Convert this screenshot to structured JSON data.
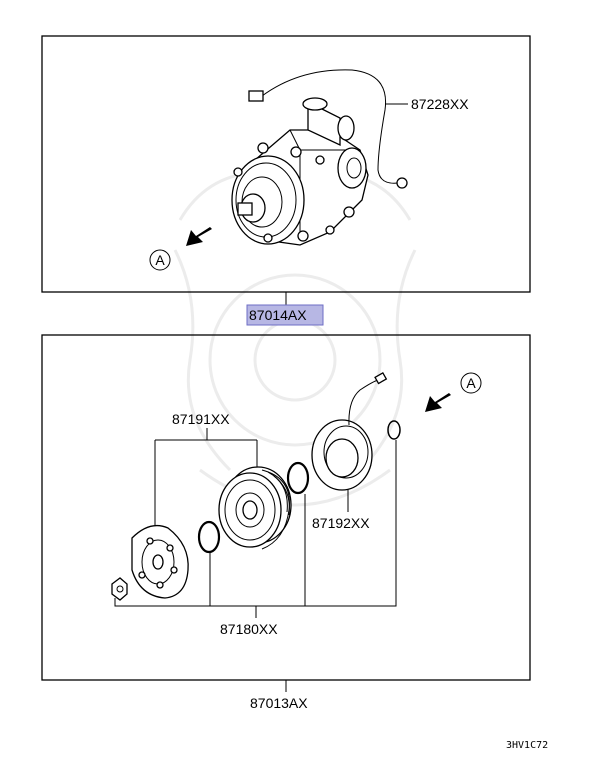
{
  "parts": {
    "compressor_wire": "87228XX",
    "compressor_assembly": "87014AX",
    "clutch_pulley_group": "87191XX",
    "field_coil": "87192XX",
    "clutch_set": "87180XX",
    "clutch_kit": "87013AX"
  },
  "views": {
    "top_marker": "A",
    "bottom_marker": "A"
  },
  "colors": {
    "highlight": "#b7b7e4",
    "line": "#000000"
  },
  "diagram_code": "3HV1C72"
}
